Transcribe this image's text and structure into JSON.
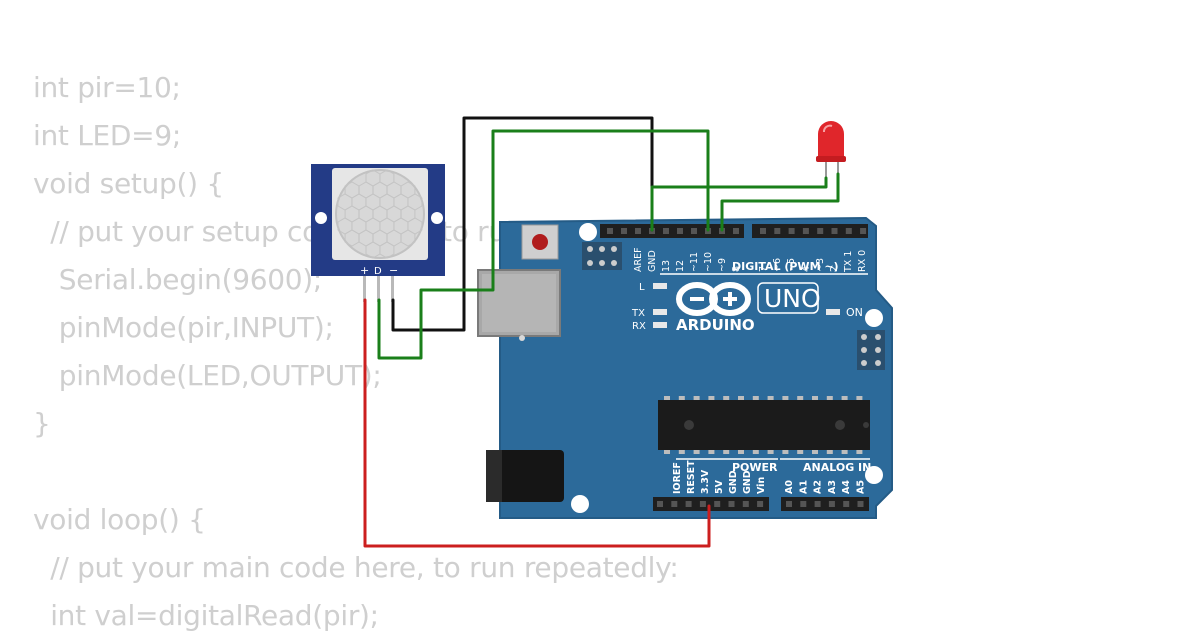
{
  "code_lines": [
    "int pir=10;",
    "int LED=9;",
    "void setup() {",
    "  // put your setup code here, to run once:",
    "   Serial.begin(9600);",
    "   pinMode(pir,INPUT);",
    "   pinMode(LED,OUTPUT);",
    "}",
    "",
    "void loop() {",
    "  // put your main code here, to run repeatedly:",
    "  int val=digitalRead(pir);"
  ],
  "board": {
    "brand": "ARDUINO",
    "model": "UNO",
    "digital_header_label": "DIGITAL (PWM ~)",
    "digital_pins": [
      "AREF",
      "GND",
      "13",
      "12",
      "~11",
      "~10",
      "~9",
      "8",
      "7",
      "~6",
      "~5",
      "4",
      "~3",
      "2",
      "TX 1",
      "RX 0"
    ],
    "power_label": "POWER",
    "analog_label": "ANALOG IN",
    "power_pins": [
      "IOREF",
      "RESET",
      "3.3V",
      "5V",
      "GND",
      "GND",
      "Vin"
    ],
    "analog_pins": [
      "A0",
      "A1",
      "A2",
      "A3",
      "A4",
      "A5"
    ],
    "led_labels": {
      "l": "L",
      "tx": "TX",
      "rx": "RX",
      "on": "ON"
    }
  },
  "pir_sensor": {
    "pin_labels": [
      "+",
      "D",
      "−"
    ]
  },
  "colors": {
    "board": "#2c6a9a",
    "board_dark": "#215680",
    "wire_green": "#1a7f1a",
    "wire_black": "#111111",
    "wire_red": "#cc1f1f",
    "led_red": "#e0262b",
    "pir_frame": "#233b86",
    "code_text": "#cfcfcf"
  }
}
